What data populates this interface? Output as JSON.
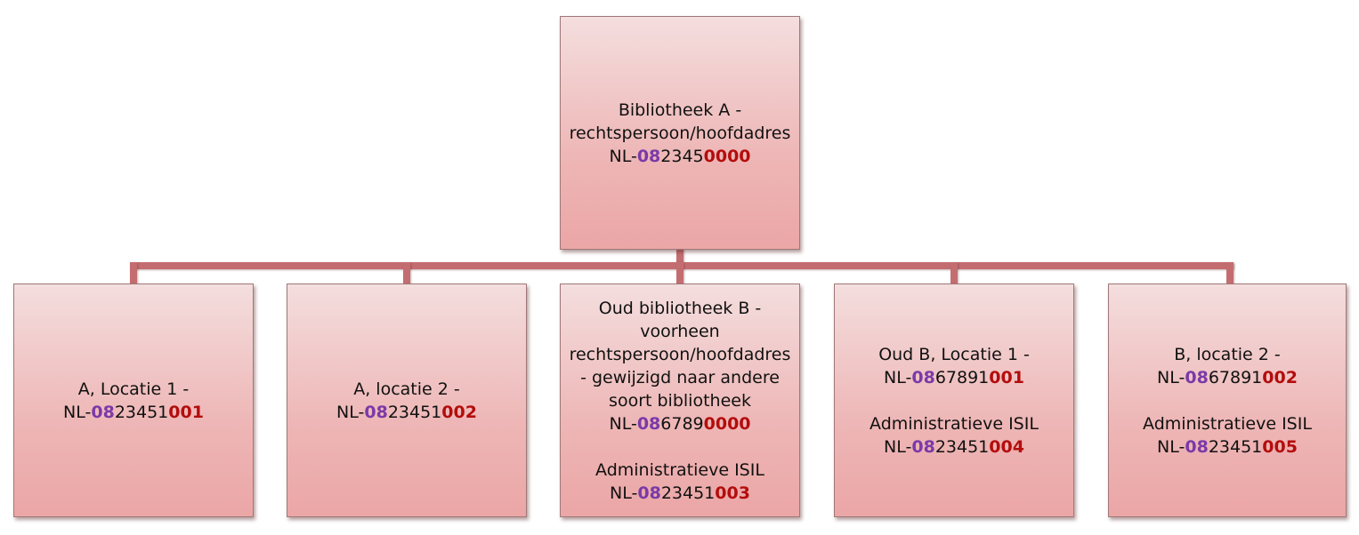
{
  "colors": {
    "province_code": "#7a3aa8",
    "location_code": "#b30d0d",
    "connector": "#c46d70",
    "box_top": "#f4dede",
    "box_bottom": "#eba6a6"
  },
  "root": {
    "lines": [
      "Bibliotheek A -",
      "rechtspersoon/hoofdadres"
    ],
    "isil": {
      "country": "NL-",
      "province": "08",
      "library": "2345",
      "location": "0000"
    }
  },
  "children": [
    {
      "lines": [
        "A, Locatie 1 -"
      ],
      "isil": {
        "country": "NL-",
        "province": "08",
        "library": "23451",
        "location": "001"
      }
    },
    {
      "lines": [
        "A, locatie 2 -"
      ],
      "isil": {
        "country": "NL-",
        "province": "08",
        "library": "23451",
        "location": "002"
      }
    },
    {
      "lines": [
        "Oud bibliotheek B -",
        "voorheen",
        "rechtspersoon/hoofdadres",
        "- gewijzigd naar andere",
        "soort bibliotheek"
      ],
      "isil": {
        "country": "NL-",
        "province": "08",
        "library": "6789",
        "location": "0000"
      },
      "admin_label": "Administratieve ISIL",
      "admin_isil": {
        "country": "NL-",
        "province": "08",
        "library": "23451",
        "location": "003"
      }
    },
    {
      "lines": [
        "Oud B, Locatie 1 -"
      ],
      "isil": {
        "country": "NL-",
        "province": "08",
        "library": "67891",
        "location": "001"
      },
      "admin_label": "Administratieve ISIL",
      "admin_isil": {
        "country": "NL-",
        "province": "08",
        "library": "23451",
        "location": "004"
      }
    },
    {
      "lines": [
        "B, locatie 2 -"
      ],
      "isil": {
        "country": "NL-",
        "province": "08",
        "library": "67891",
        "location": "002"
      },
      "admin_label": "Administratieve ISIL",
      "admin_isil": {
        "country": "NL-",
        "province": "08",
        "library": "23451",
        "location": "005"
      }
    }
  ]
}
